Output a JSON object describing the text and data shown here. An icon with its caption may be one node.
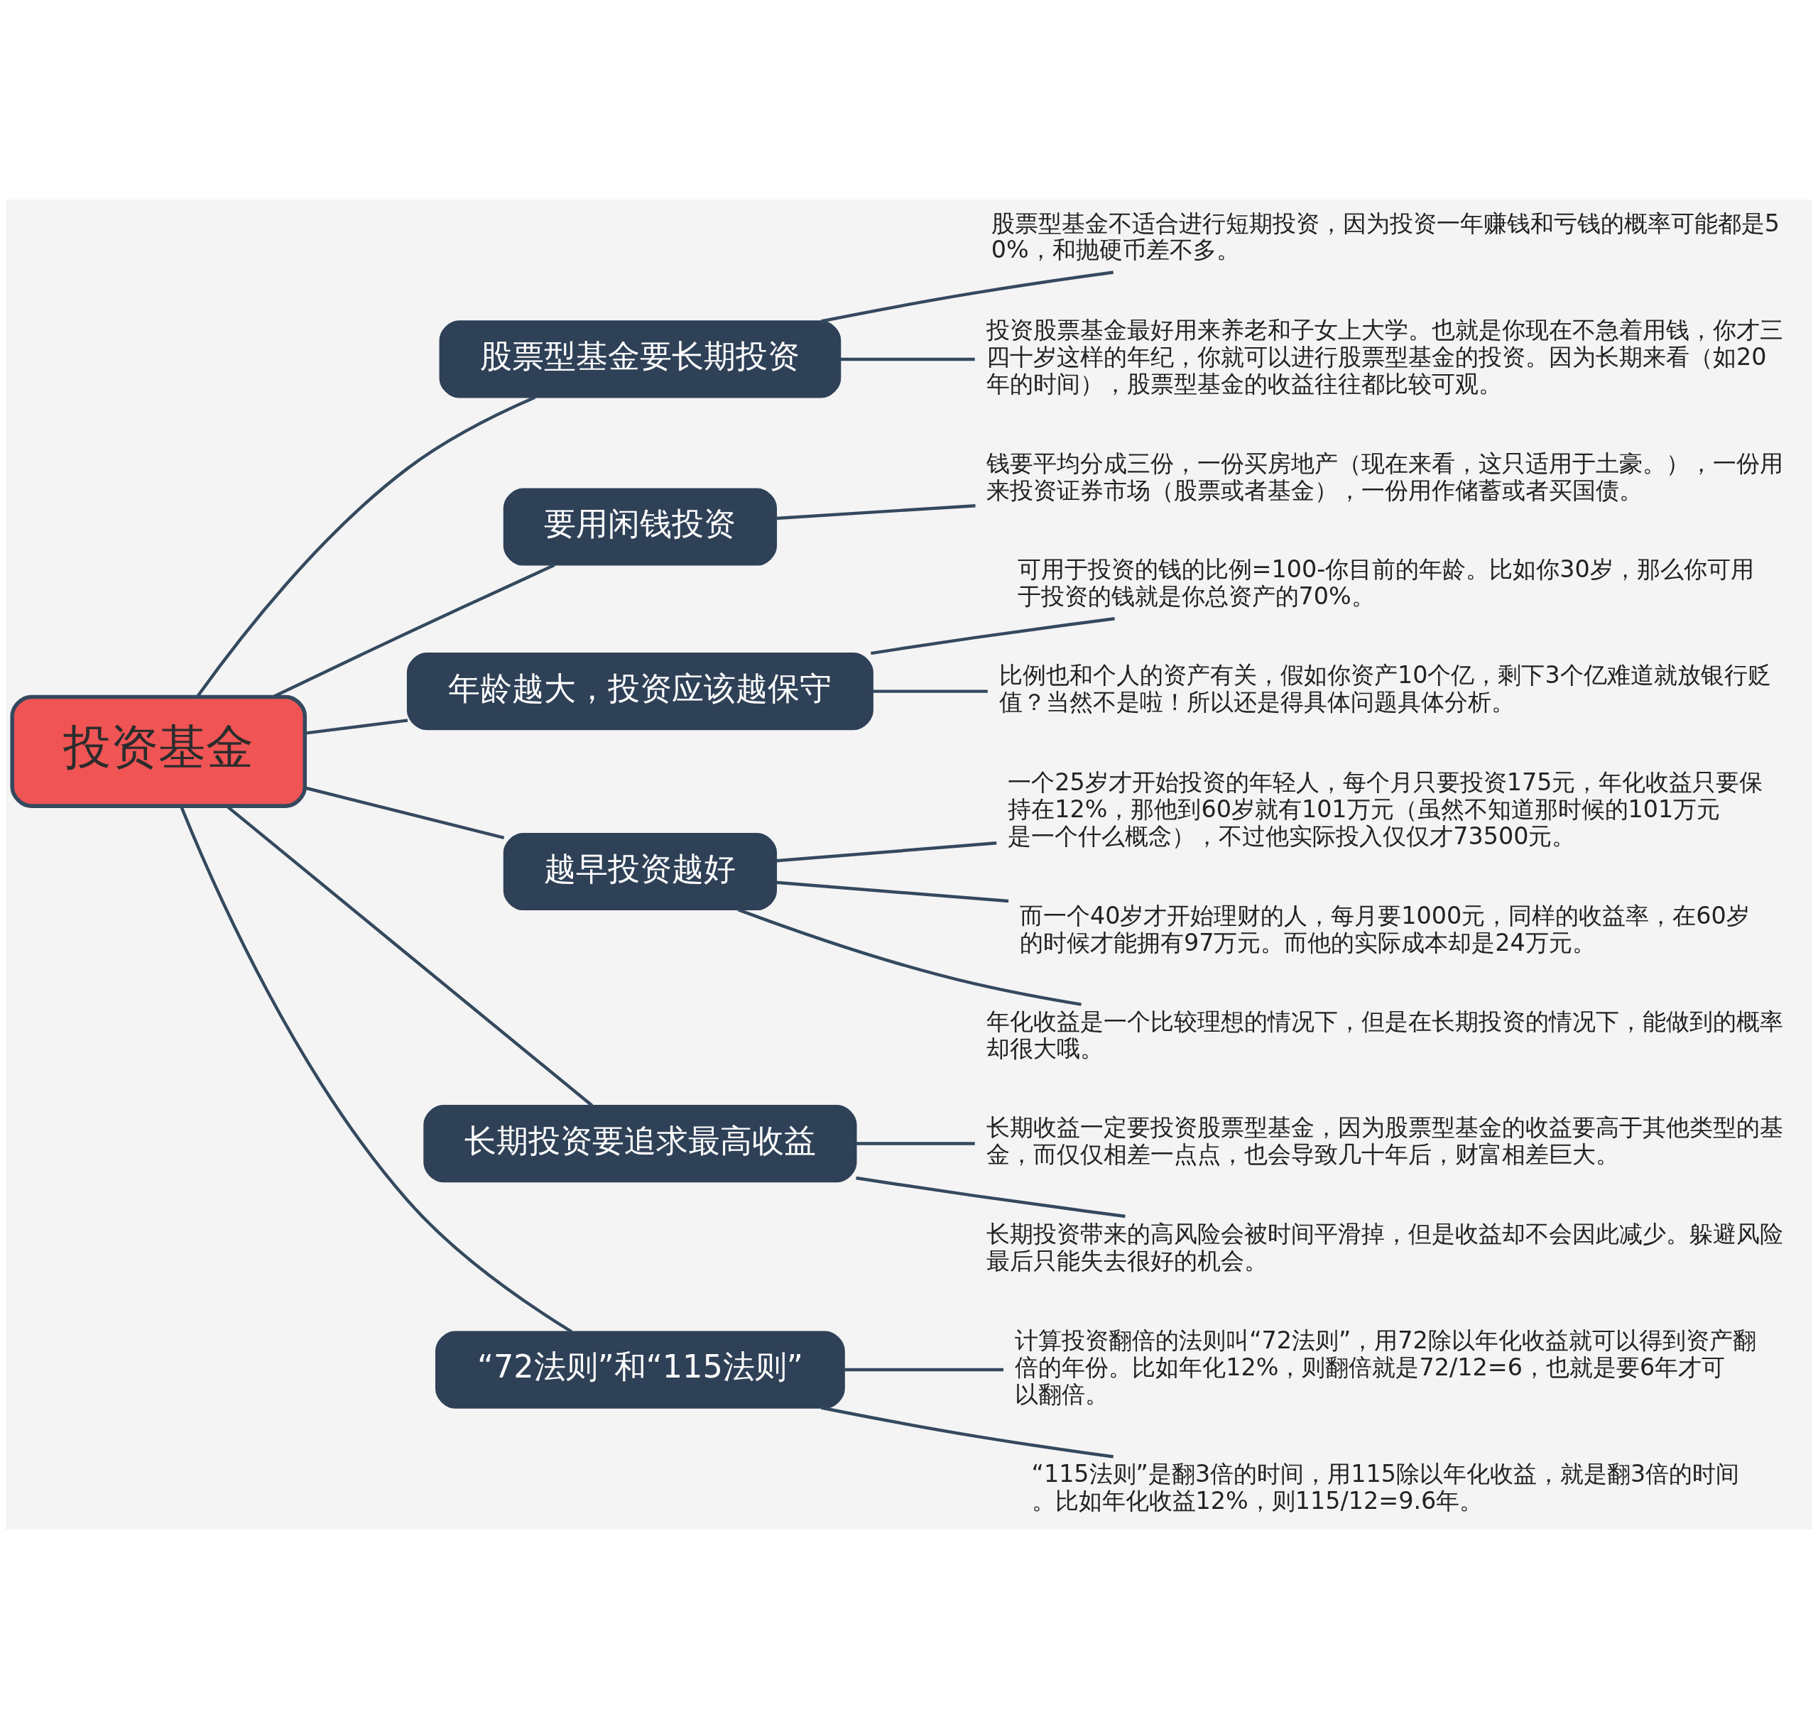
{
  "diagram": {
    "nodes": [
      {
        "text": [
          "投资基金"
        ]
      },
      {
        "text": [
          "股票型基金要长期投资"
        ]
      },
      {
        "text": [
          "股票型基金不适合进行短期投资，因为投资一年赚钱和亏钱的概率可能都是50%，和抛硬币差不多。"
        ]
      },
      {
        "text": [
          "投资股票基金最好用来养老和子女上大学。也就是你现在不急着用钱，你才三四十岁这样的年纪，你就可以进行股票型基金的投资。因为长期来看（如20年的时间），股票型基金的收益往往都比较可观。"
        ]
      },
      {
        "text": [
          "要用闲钱投资"
        ]
      },
      {
        "text": [
          "钱要平均分成三份，一份买房地产（现在来看，这只适用于土豪。），一份用来投资证券市场（股票或者基金），一份用作储蓄或者买国债。"
        ]
      },
      {
        "text": [
          "年龄越大，投资应该越保守"
        ]
      },
      {
        "text": [
          "可用于投资的钱的比例=100-你目前的年龄。比如你30岁，那么你可用于投资的钱就是你总资产的70%。"
        ]
      },
      {
        "text": [
          "比例也和个人的资产有关，假如你资产10个亿，剩下3个亿难道就放银行贬值？当然不是啦！所以还是得具体问题具体分析。"
        ]
      },
      {
        "text": [
          "越早投资越好"
        ]
      },
      {
        "text": [
          "一个25岁才开始投资的年轻人，每个月只要投资175元，年化收益只要保持在12%，那他到60岁就有101万元（虽然不知道那时候的101万元是一个什么概念），不过他实际投入仅仅才73500元。"
        ]
      },
      {
        "text": [
          "而一个40岁才开始理财的人，每月要1000元，同样的收益率，在60岁的时候才能拥有97万元。而他的实际成本却是24万元。"
        ]
      },
      {
        "text": [
          "年化收益是一个比较理想的情况下，但是在长期投资的情况下，能做到的概率却很大哦。"
        ]
      },
      {
        "text": [
          "长期投资要追求最高收益"
        ]
      },
      {
        "text": [
          "长期收益一定要投资股票型基金，因为股票型基金的收益要高于其他类型的基金，而仅仅相差一点点，也会导致几十年后，财富相差巨大。"
        ]
      },
      {
        "text": [
          "长期投资带来的高风险会被时间平滑掉，但是收益却不会因此减少。躲避风险最后只能失去很好的机会。"
        ]
      },
      {
        "text": [
          "“72法则”和“115法则”"
        ]
      },
      {
        "text": [
          "计算投资翻倍的法则叫“72法则”，用72除以年化收益就可以得到资产翻倍的年份。比如年化12%，则翻倍就是72/12=6，也就是要6年才可以翻倍。"
        ]
      },
      {
        "text": [
          "“115法则”是翻3倍的时间，用115除以年化收益，就是翻3倍的时间。比如年化收益12%，则115/12=9.6年。"
        ]
      }
    ],
    "edges": [
      {
        "from": 0,
        "to": 1,
        "arrow": "none"
      },
      {
        "from": 1,
        "to": 2,
        "arrow": "none"
      },
      {
        "from": 1,
        "to": 3,
        "arrow": "none"
      },
      {
        "from": 0,
        "to": 4,
        "arrow": "none"
      },
      {
        "from": 4,
        "to": 5,
        "arrow": "none"
      },
      {
        "from": 0,
        "to": 6,
        "arrow": "none"
      },
      {
        "from": 6,
        "to": 7,
        "arrow": "none"
      },
      {
        "from": 6,
        "to": 8,
        "arrow": "none"
      },
      {
        "from": 0,
        "to": 9,
        "arrow": "none"
      },
      {
        "from": 9,
        "to": 10,
        "arrow": "none"
      },
      {
        "from": 9,
        "to": 11,
        "arrow": "none"
      },
      {
        "from": 9,
        "to": 12,
        "arrow": "none"
      },
      {
        "from": 0,
        "to": 13,
        "arrow": "none"
      },
      {
        "from": 13,
        "to": 14,
        "arrow": "none"
      },
      {
        "from": 13,
        "to": 15,
        "arrow": "none"
      },
      {
        "from": 0,
        "to": 16,
        "arrow": "none"
      },
      {
        "from": 16,
        "to": 17,
        "arrow": "none"
      },
      {
        "from": 16,
        "to": 18,
        "arrow": "none"
      }
    ]
  }
}
